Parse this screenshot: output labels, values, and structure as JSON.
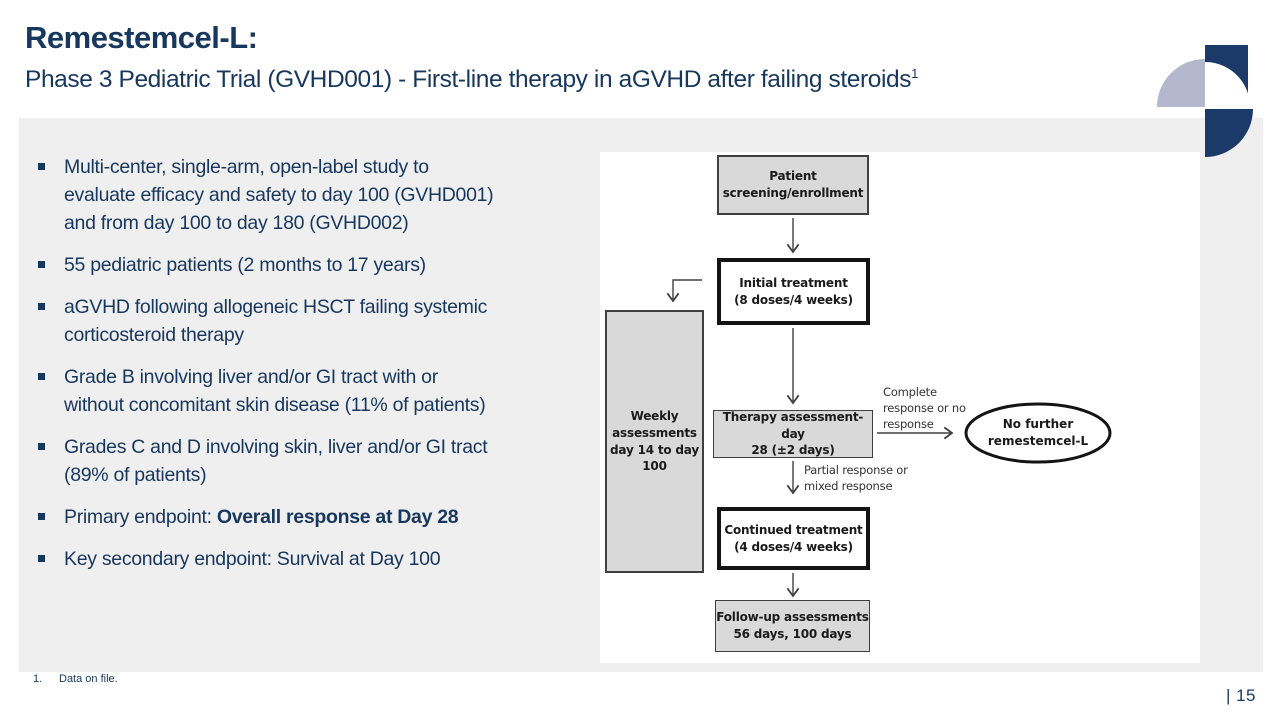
{
  "slide": {
    "title": "Remestemcel-L:",
    "subtitle": "Phase 3 Pediatric Trial (GVHD001) - First-line therapy in aGVHD after failing steroids",
    "subtitle_ref": "1",
    "page_number": "| 15",
    "footnote": {
      "number": "1.",
      "text": "Data on file."
    }
  },
  "colors": {
    "navy_text": "#17375e",
    "logo_navy": "#1c3a69",
    "logo_light": "#b3b8ce",
    "panel_gray": "#f0efef",
    "box_gray": "#d9d9d9",
    "box_border": "#3f3f3f",
    "thick_border": "#141414"
  },
  "bullets": [
    {
      "text": "Multi-center, single-arm, open-label study to\nevaluate efficacy and safety to day 100 (GVHD001)\nand from day 100 to day 180 (GVHD002)"
    },
    {
      "text": "55 pediatric patients (2 months to 17 years)"
    },
    {
      "text": "aGVHD following allogeneic HSCT failing systemic\ncorticosteroid therapy"
    },
    {
      "text": "Grade B involving liver and/or GI tract with or\nwithout concomitant skin disease (11% of patients)"
    },
    {
      "text": "Grades C and D involving skin, liver and/or GI tract\n(89% of patients)"
    },
    {
      "prefix": "Primary endpoint: ",
      "bold": "Overall response at Day 28"
    },
    {
      "text": "Key secondary endpoint: Survival at Day 100"
    }
  ],
  "diagram": {
    "boxes": {
      "screening": "Patient\nscreening/enrollment",
      "initial": "Initial treatment\n(8 doses/4 weeks)",
      "weekly": "Weekly\nassessments\nday 14 to day\n100",
      "therapy": "Therapy assessment- day\n28 (±2 days)",
      "continued": "Continued treatment\n(4 doses/4 weeks)",
      "followup": "Follow-up assessments\n56 days, 100 days",
      "no_further": "No further\nremestemcel-L"
    },
    "labels": {
      "complete": "Complete\nresponse or no\nresponse",
      "partial": "Partial response or\nmixed response"
    }
  }
}
